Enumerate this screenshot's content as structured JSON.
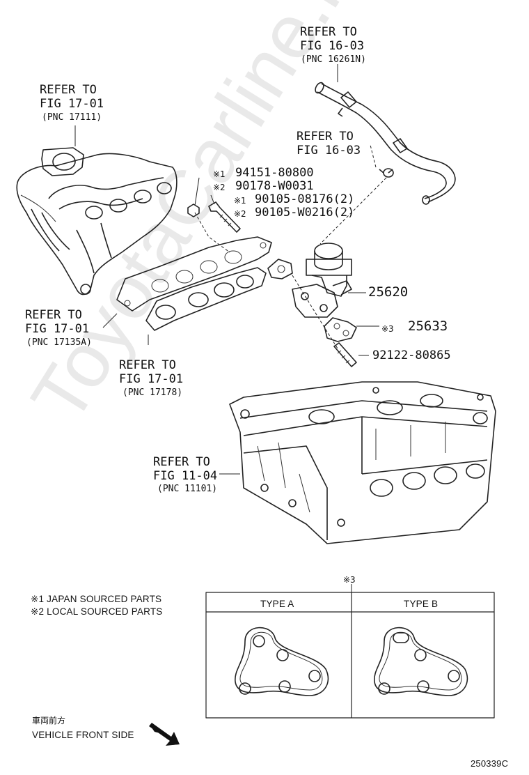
{
  "watermark": "ToyotaCarline.ru",
  "refs": {
    "hose": {
      "line1": "REFER TO",
      "line2": "FIG 16-03",
      "pnc": "(PNC 16261N)"
    },
    "clamp": {
      "line1": "REFER TO",
      "line2": "FIG 16-03"
    },
    "manifold": {
      "line1": "REFER TO",
      "line2": "FIG 17-01",
      "pnc": "(PNC 17111)"
    },
    "gasket_outer": {
      "line1": "REFER TO",
      "line2": "FIG 17-01",
      "pnc": "(PNC 17135A)"
    },
    "gasket_inner": {
      "line1": "REFER TO",
      "line2": "FIG 17-01",
      "pnc": "(PNC 17178)"
    },
    "head": {
      "line1": "REFER TO",
      "line2": "FIG 11-04",
      "pnc": "(PNC 11101)"
    }
  },
  "parts": {
    "nut_jp": {
      "mark": "※1",
      "number": "94151-80800"
    },
    "nut_local": {
      "mark": "※2",
      "number": "90178-W0031"
    },
    "stud_jp": {
      "mark": "※1",
      "number": "90105-08176(2)"
    },
    "stud_local": {
      "mark": "※2",
      "number": "90105-W0216(2)"
    },
    "egr_valve": {
      "number": "25620"
    },
    "gasket": {
      "mark": "※3",
      "number": "25633"
    },
    "stud_bolt": {
      "number": "92122-80865"
    }
  },
  "legend": {
    "line1": "※1 JAPAN SOURCED PARTS",
    "line2": "※2 LOCAL SOURCED PARTS"
  },
  "type_table": {
    "mark": "※3",
    "col_a": "TYPE A",
    "col_b": "TYPE B"
  },
  "front": {
    "japanese": "車両前方",
    "english": "VEHICLE FRONT SIDE"
  },
  "figure_id": "250339C"
}
